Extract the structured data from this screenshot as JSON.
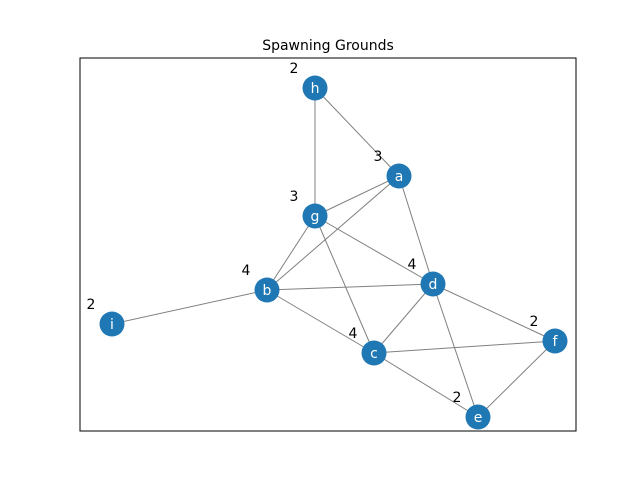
{
  "title": "Spawning Grounds",
  "colors": {
    "node": "#1f77b4",
    "edge": "#808080",
    "frame": "#000000",
    "node_text": "#ffffff"
  },
  "nodes": [
    {
      "id": "a",
      "degree": "3"
    },
    {
      "id": "b",
      "degree": "4"
    },
    {
      "id": "c",
      "degree": "4"
    },
    {
      "id": "d",
      "degree": "4"
    },
    {
      "id": "e",
      "degree": "2"
    },
    {
      "id": "f",
      "degree": "2"
    },
    {
      "id": "g",
      "degree": "3"
    },
    {
      "id": "h",
      "degree": "2"
    },
    {
      "id": "i",
      "degree": "2"
    }
  ],
  "edges": [
    [
      "h",
      "g"
    ],
    [
      "h",
      "a"
    ],
    [
      "a",
      "g"
    ],
    [
      "a",
      "b"
    ],
    [
      "a",
      "d"
    ],
    [
      "g",
      "b"
    ],
    [
      "g",
      "d"
    ],
    [
      "g",
      "c"
    ],
    [
      "b",
      "i"
    ],
    [
      "b",
      "d"
    ],
    [
      "b",
      "c"
    ],
    [
      "d",
      "c"
    ],
    [
      "d",
      "e"
    ],
    [
      "d",
      "f"
    ],
    [
      "c",
      "f"
    ],
    [
      "c",
      "e"
    ],
    [
      "e",
      "f"
    ]
  ]
}
